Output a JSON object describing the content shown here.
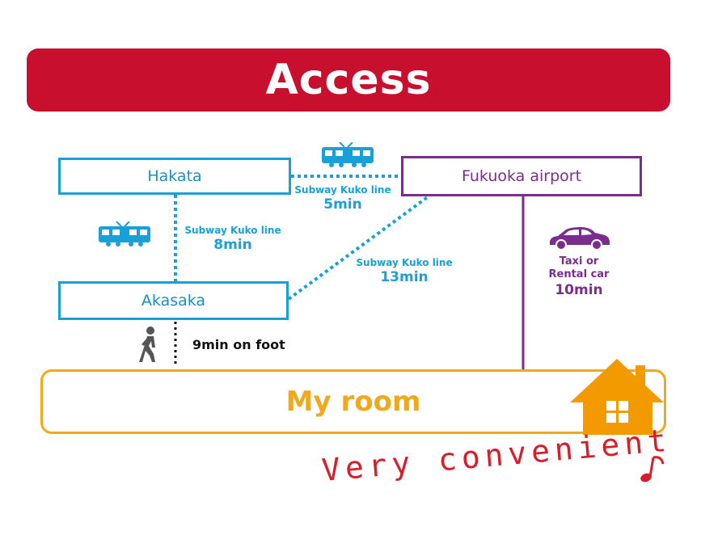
{
  "header": {
    "title": "Access"
  },
  "stations": {
    "hakata": "Hakata",
    "akasaka": "Akasaka",
    "airport": "Fukuoka airport"
  },
  "routes": {
    "hakata_airport": {
      "line": "Subway Kuko line",
      "time": "5min"
    },
    "hakata_akasaka": {
      "line": "Subway Kuko line",
      "time": "8min"
    },
    "akasaka_airport": {
      "line": "Subway Kuko line",
      "time": "13min"
    },
    "airport_room": {
      "mode1": "Taxi or",
      "mode2": "Rental car",
      "time": "10min"
    },
    "akasaka_room": {
      "text": "9min on foot"
    }
  },
  "destination": {
    "label": "My room"
  },
  "tagline": "Very convenient",
  "colors": {
    "header": "#c8102e",
    "subway": "#1aa0d8",
    "airport": "#7b2d8e",
    "room": "#f0a81c",
    "tagline": "#d81e2a"
  },
  "icons": [
    "train-icon",
    "car-icon",
    "walking-person-icon",
    "house-icon",
    "music-note-icon"
  ]
}
